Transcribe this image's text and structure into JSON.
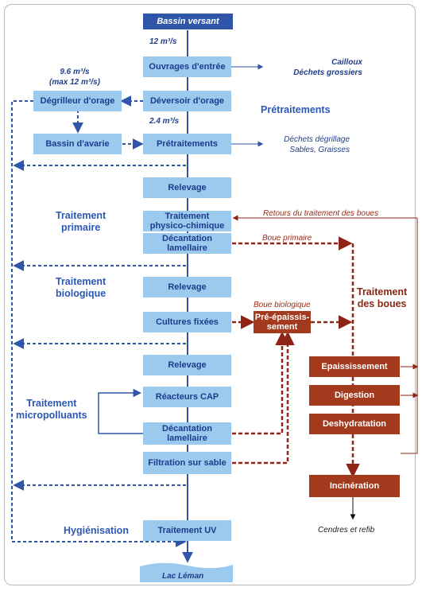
{
  "colors": {
    "flow_blue": "#2e55a8",
    "box_light_blue": "#9cc9ee",
    "sludge_brown": "#a33a1e",
    "sludge_dotted": "#8f2416"
  },
  "main_line": {
    "source": "Bassin versant",
    "flow_in": "12 m³/s",
    "entry_works": "Ouvrages d'entrée",
    "overflow": "Déversoir d'orage",
    "flow_treated": "2.4 m³/s",
    "pretreatment_box": "Prétraitements",
    "lift_1": "Relevage",
    "physchem": "Traitement\nphysico-chimique",
    "lamellar_1": "Décantation\nlamellaire",
    "lift_2": "Relevage",
    "fixed_cultures": "Cultures fixées",
    "lift_3": "Relevage",
    "cap_reactors": "Réacteurs CAP",
    "lamellar_2": "Décantation\nlamellaire",
    "sand_filtration": "Filtration sur sable",
    "uv_treatment": "Traitement UV",
    "outlet": "Lac  Léman"
  },
  "bypass": {
    "flow_bypass": "9.6 m³/s\n(max 12 m³/s)",
    "storm_degritter": "Dégrilleur d'orage",
    "emergency_basin": "Bassin d'avarie"
  },
  "sections": {
    "pretreatment": "Prétraitements",
    "primary": "Traitement\nprimaire",
    "biological": "Traitement\nbiologique",
    "micropollutants": "Traitement\nmicropolluants",
    "hygienisation": "Hygiénisation",
    "sludge": "Traitement\ndes boues"
  },
  "outputs": {
    "entry_waste": "Cailloux\nDéchets grossiers",
    "pretreatment_waste": "Déchets dégrillage\nSables, Graisses",
    "ash": "Cendres et refib"
  },
  "sludge_line": {
    "sludge_returns": "Retours du traitement des boues",
    "primary_sludge": "Boue primaire",
    "biological_sludge": "Boue biologique",
    "pre_thickening": "Pré-épaissis-\nsement",
    "thickening": "Epaississement",
    "digestion": "Digestion",
    "dewatering": "Deshydratation",
    "incineration": "Incinération"
  }
}
